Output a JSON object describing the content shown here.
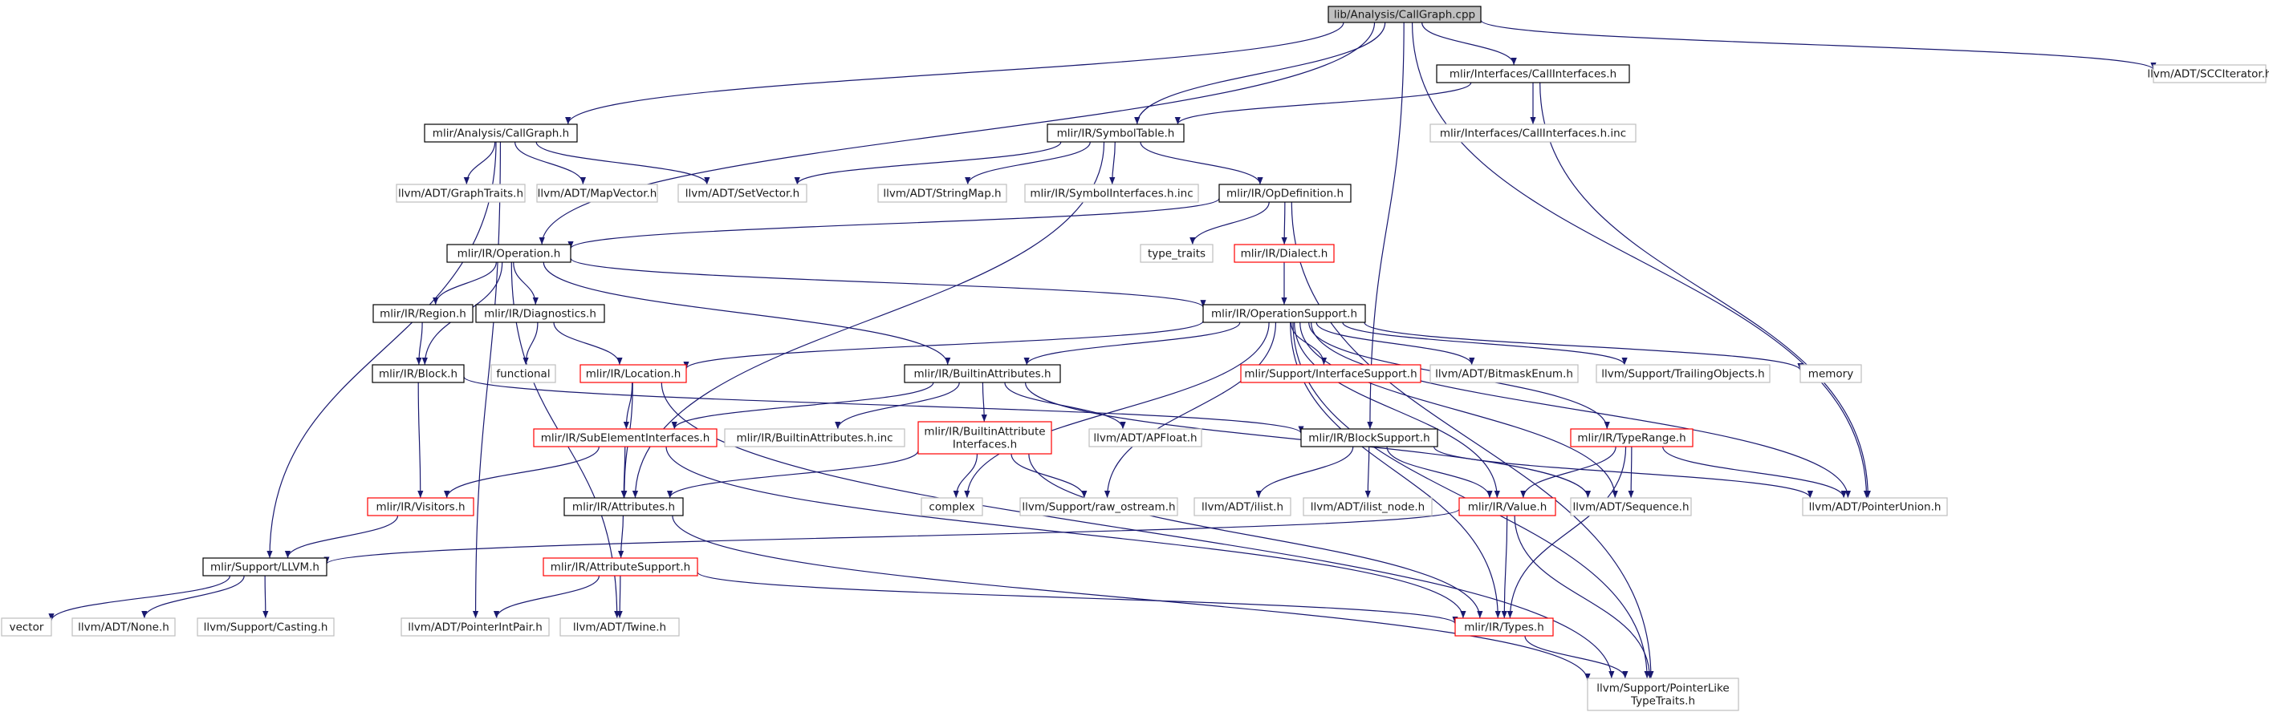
{
  "colors": {
    "edge": "#191970",
    "root_fill": "#bfbfbf",
    "root_border": "#000000",
    "documented_border": "#000000",
    "incomplete_border": "#ff0000",
    "external_border": "#bfbfbf",
    "external_text": "#666666"
  },
  "nodes": [
    {
      "id": "root",
      "label": [
        "lib/Analysis/CallGraph.cpp"
      ],
      "kind": "root"
    },
    {
      "id": "callinterfaces",
      "label": [
        "mlir/Interfaces/CallInterfaces.h"
      ],
      "kind": "documented"
    },
    {
      "id": "scciterator",
      "label": [
        "llvm/ADT/SCCIterator.h"
      ],
      "kind": "external"
    },
    {
      "id": "callgraph_h",
      "label": [
        "mlir/Analysis/CallGraph.h"
      ],
      "kind": "documented"
    },
    {
      "id": "symboltable",
      "label": [
        "mlir/IR/SymbolTable.h"
      ],
      "kind": "documented"
    },
    {
      "id": "callinterfaces_inc",
      "label": [
        "mlir/Interfaces/CallInterfaces.h.inc"
      ],
      "kind": "external"
    },
    {
      "id": "graphtraits",
      "label": [
        "llvm/ADT/GraphTraits.h"
      ],
      "kind": "external"
    },
    {
      "id": "mapvector",
      "label": [
        "llvm/ADT/MapVector.h"
      ],
      "kind": "external"
    },
    {
      "id": "setvector",
      "label": [
        "llvm/ADT/SetVector.h"
      ],
      "kind": "external"
    },
    {
      "id": "stringmap",
      "label": [
        "llvm/ADT/StringMap.h"
      ],
      "kind": "external"
    },
    {
      "id": "symbolinterfaces_inc",
      "label": [
        "mlir/IR/SymbolInterfaces.h.inc"
      ],
      "kind": "external"
    },
    {
      "id": "opdefinition",
      "label": [
        "mlir/IR/OpDefinition.h"
      ],
      "kind": "documented"
    },
    {
      "id": "operation",
      "label": [
        "mlir/IR/Operation.h"
      ],
      "kind": "documented"
    },
    {
      "id": "type_traits",
      "label": [
        "type_traits"
      ],
      "kind": "external"
    },
    {
      "id": "dialect",
      "label": [
        "mlir/IR/Dialect.h"
      ],
      "kind": "incomplete"
    },
    {
      "id": "region",
      "label": [
        "mlir/IR/Region.h"
      ],
      "kind": "documented"
    },
    {
      "id": "diagnostics",
      "label": [
        "mlir/IR/Diagnostics.h"
      ],
      "kind": "documented"
    },
    {
      "id": "operationsupport",
      "label": [
        "mlir/IR/OperationSupport.h"
      ],
      "kind": "documented"
    },
    {
      "id": "block",
      "label": [
        "mlir/IR/Block.h"
      ],
      "kind": "documented"
    },
    {
      "id": "functional",
      "label": [
        "functional"
      ],
      "kind": "external"
    },
    {
      "id": "location",
      "label": [
        "mlir/IR/Location.h"
      ],
      "kind": "incomplete"
    },
    {
      "id": "builtinattributes",
      "label": [
        "mlir/IR/BuiltinAttributes.h"
      ],
      "kind": "documented"
    },
    {
      "id": "interfacesupport",
      "label": [
        "mlir/Support/InterfaceSupport.h"
      ],
      "kind": "incomplete"
    },
    {
      "id": "bitmaskenum",
      "label": [
        "llvm/ADT/BitmaskEnum.h"
      ],
      "kind": "external"
    },
    {
      "id": "trailingobjects",
      "label": [
        "llvm/Support/TrailingObjects.h"
      ],
      "kind": "external"
    },
    {
      "id": "memory",
      "label": [
        "memory"
      ],
      "kind": "external"
    },
    {
      "id": "subelementinterfaces",
      "label": [
        "mlir/IR/SubElementInterfaces.h"
      ],
      "kind": "incomplete"
    },
    {
      "id": "builtinattributes_inc",
      "label": [
        "mlir/IR/BuiltinAttributes.h.inc"
      ],
      "kind": "external"
    },
    {
      "id": "builtinattributeinterfaces",
      "label": [
        "mlir/IR/BuiltinAttribute",
        "Interfaces.h"
      ],
      "kind": "incomplete"
    },
    {
      "id": "apfloat",
      "label": [
        "llvm/ADT/APFloat.h"
      ],
      "kind": "external"
    },
    {
      "id": "blocksupport",
      "label": [
        "mlir/IR/BlockSupport.h"
      ],
      "kind": "documented"
    },
    {
      "id": "typerange",
      "label": [
        "mlir/IR/TypeRange.h"
      ],
      "kind": "incomplete"
    },
    {
      "id": "visitors",
      "label": [
        "mlir/IR/Visitors.h"
      ],
      "kind": "incomplete"
    },
    {
      "id": "attributes",
      "label": [
        "mlir/IR/Attributes.h"
      ],
      "kind": "documented"
    },
    {
      "id": "complex",
      "label": [
        "complex"
      ],
      "kind": "external"
    },
    {
      "id": "raw_ostream",
      "label": [
        "llvm/Support/raw_ostream.h"
      ],
      "kind": "external"
    },
    {
      "id": "ilist",
      "label": [
        "llvm/ADT/ilist.h"
      ],
      "kind": "external"
    },
    {
      "id": "ilist_node",
      "label": [
        "llvm/ADT/ilist_node.h"
      ],
      "kind": "external"
    },
    {
      "id": "value",
      "label": [
        "mlir/IR/Value.h"
      ],
      "kind": "incomplete"
    },
    {
      "id": "sequence",
      "label": [
        "llvm/ADT/Sequence.h"
      ],
      "kind": "external"
    },
    {
      "id": "pointerunion",
      "label": [
        "llvm/ADT/PointerUnion.h"
      ],
      "kind": "external"
    },
    {
      "id": "llvm_h",
      "label": [
        "mlir/Support/LLVM.h"
      ],
      "kind": "documented"
    },
    {
      "id": "attributesupport",
      "label": [
        "mlir/IR/AttributeSupport.h"
      ],
      "kind": "incomplete"
    },
    {
      "id": "vector",
      "label": [
        "vector"
      ],
      "kind": "external"
    },
    {
      "id": "none",
      "label": [
        "llvm/ADT/None.h"
      ],
      "kind": "external"
    },
    {
      "id": "casting",
      "label": [
        "llvm/Support/Casting.h"
      ],
      "kind": "external"
    },
    {
      "id": "pointerintpair",
      "label": [
        "llvm/ADT/PointerIntPair.h"
      ],
      "kind": "external"
    },
    {
      "id": "twine",
      "label": [
        "llvm/ADT/Twine.h"
      ],
      "kind": "external"
    },
    {
      "id": "types",
      "label": [
        "mlir/IR/Types.h"
      ],
      "kind": "incomplete"
    },
    {
      "id": "pointerliketypetraits",
      "label": [
        "llvm/Support/PointerLike",
        "TypeTraits.h"
      ],
      "kind": "external"
    }
  ],
  "edges": [
    [
      "root",
      "callinterfaces"
    ],
    [
      "root",
      "scciterator"
    ],
    [
      "root",
      "callgraph_h"
    ],
    [
      "root",
      "symboltable"
    ],
    [
      "root",
      "operation"
    ],
    [
      "root",
      "pointerunion"
    ],
    [
      "root",
      "blocksupport"
    ],
    [
      "callinterfaces",
      "callinterfaces_inc"
    ],
    [
      "callinterfaces",
      "symboltable"
    ],
    [
      "callinterfaces",
      "pointerunion"
    ],
    [
      "callgraph_h",
      "graphtraits"
    ],
    [
      "callgraph_h",
      "mapvector"
    ],
    [
      "callgraph_h",
      "setvector"
    ],
    [
      "callgraph_h",
      "llvm_h"
    ],
    [
      "callgraph_h",
      "pointerintpair"
    ],
    [
      "symboltable",
      "setvector"
    ],
    [
      "symboltable",
      "stringmap"
    ],
    [
      "symboltable",
      "symbolinterfaces_inc"
    ],
    [
      "symboltable",
      "opdefinition"
    ],
    [
      "symboltable",
      "attributes"
    ],
    [
      "opdefinition",
      "operation"
    ],
    [
      "opdefinition",
      "type_traits"
    ],
    [
      "opdefinition",
      "dialect"
    ],
    [
      "opdefinition",
      "pointerliketypetraits"
    ],
    [
      "dialect",
      "operationsupport"
    ],
    [
      "operation",
      "region"
    ],
    [
      "operation",
      "diagnostics"
    ],
    [
      "operation",
      "operationsupport"
    ],
    [
      "operation",
      "block"
    ],
    [
      "operation",
      "builtinattributes"
    ],
    [
      "operation",
      "twine"
    ],
    [
      "region",
      "block"
    ],
    [
      "diagnostics",
      "functional"
    ],
    [
      "diagnostics",
      "location"
    ],
    [
      "block",
      "blocksupport"
    ],
    [
      "block",
      "visitors"
    ],
    [
      "operationsupport",
      "location"
    ],
    [
      "operationsupport",
      "builtinattributes"
    ],
    [
      "operationsupport",
      "interfacesupport"
    ],
    [
      "operationsupport",
      "bitmaskenum"
    ],
    [
      "operationsupport",
      "trailingobjects"
    ],
    [
      "operationsupport",
      "memory"
    ],
    [
      "operationsupport",
      "typerange"
    ],
    [
      "operationsupport",
      "value"
    ],
    [
      "operationsupport",
      "pointerunion"
    ],
    [
      "operationsupport",
      "types"
    ],
    [
      "operationsupport",
      "pointerliketypetraits"
    ],
    [
      "operationsupport",
      "raw_ostream"
    ],
    [
      "operationsupport",
      "complex"
    ],
    [
      "operationsupport",
      "sequence"
    ],
    [
      "location",
      "subelementinterfaces"
    ],
    [
      "location",
      "attributes"
    ],
    [
      "location",
      "pointerliketypetraits"
    ],
    [
      "builtinattributes",
      "subelementinterfaces"
    ],
    [
      "builtinattributes",
      "builtinattributes_inc"
    ],
    [
      "builtinattributes",
      "builtinattributeinterfaces"
    ],
    [
      "builtinattributes",
      "apfloat"
    ],
    [
      "builtinattributes",
      "sequence"
    ],
    [
      "subelementinterfaces",
      "visitors"
    ],
    [
      "subelementinterfaces",
      "attributes"
    ],
    [
      "subelementinterfaces",
      "types"
    ],
    [
      "builtinattributeinterfaces",
      "attributes"
    ],
    [
      "builtinattributeinterfaces",
      "complex"
    ],
    [
      "builtinattributeinterfaces",
      "raw_ostream"
    ],
    [
      "builtinattributeinterfaces",
      "types"
    ],
    [
      "blocksupport",
      "ilist"
    ],
    [
      "blocksupport",
      "ilist_node"
    ],
    [
      "blocksupport",
      "value"
    ],
    [
      "blocksupport",
      "pointerunion"
    ],
    [
      "typerange",
      "value"
    ],
    [
      "typerange",
      "sequence"
    ],
    [
      "typerange",
      "pointerunion"
    ],
    [
      "typerange",
      "types"
    ],
    [
      "visitors",
      "llvm_h"
    ],
    [
      "attributes",
      "attributesupport"
    ],
    [
      "attributes",
      "pointerliketypetraits"
    ],
    [
      "value",
      "llvm_h"
    ],
    [
      "value",
      "types"
    ],
    [
      "value",
      "pointerliketypetraits"
    ],
    [
      "llvm_h",
      "vector"
    ],
    [
      "llvm_h",
      "none"
    ],
    [
      "llvm_h",
      "casting"
    ],
    [
      "attributesupport",
      "pointerintpair"
    ],
    [
      "attributesupport",
      "twine"
    ],
    [
      "attributesupport",
      "types"
    ],
    [
      "types",
      "pointerliketypetraits"
    ]
  ]
}
